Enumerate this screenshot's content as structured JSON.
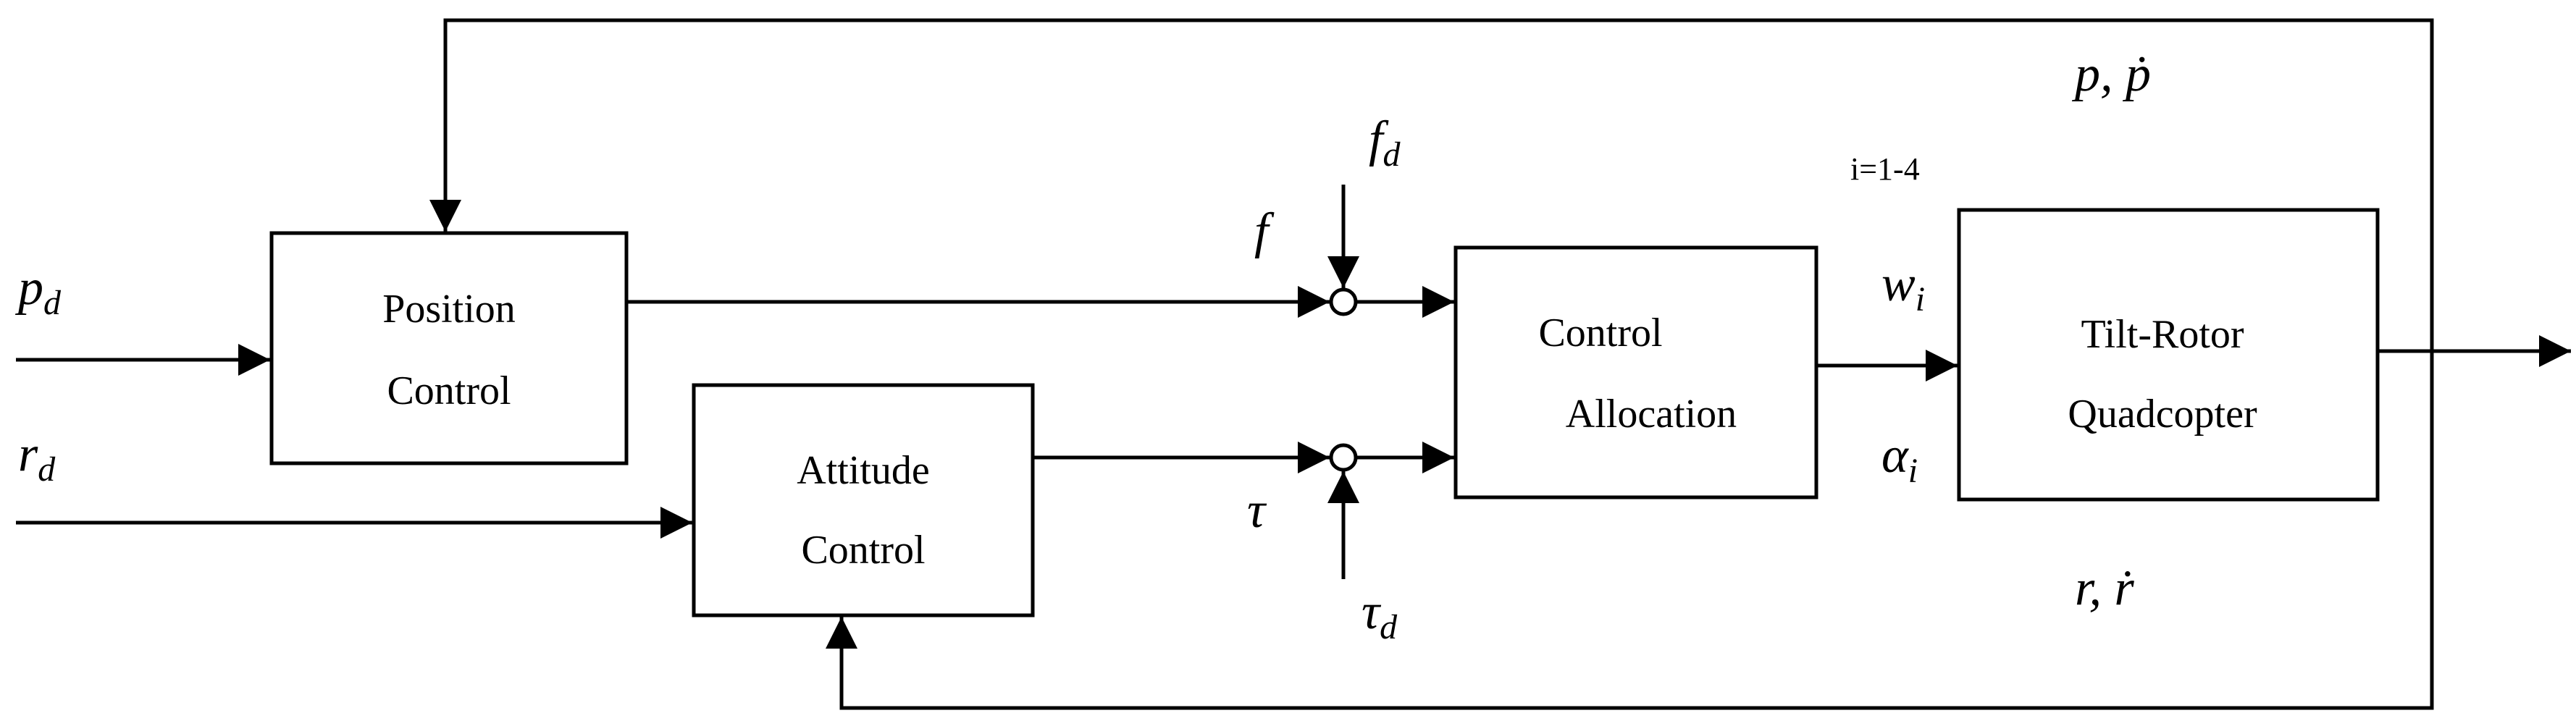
{
  "blocks": {
    "position_control": {
      "line1": "Position",
      "line2": "Control"
    },
    "attitude_control": {
      "line1": "Attitude",
      "line2": "Control"
    },
    "control_allocation": {
      "line1": "Control",
      "line2": "Allocation"
    },
    "quadcopter": {
      "line1": "Tilt-Rotor",
      "line2": "Quadcopter"
    }
  },
  "signals": {
    "p_d": {
      "base": "p",
      "sub": "d"
    },
    "r_d": {
      "base": "r",
      "sub": "d"
    },
    "f": {
      "base": "f"
    },
    "f_d": {
      "base": "f",
      "sub": "d"
    },
    "tau": {
      "base": "τ"
    },
    "tau_d": {
      "base": "τ",
      "sub": "d"
    },
    "w_i": {
      "base": "w",
      "sub": "i"
    },
    "alpha_i": {
      "base": "α",
      "sub": "i"
    },
    "p_pdot": {
      "text": "p, ṗ"
    },
    "r_rdot": {
      "text": "r, ṙ"
    },
    "index_range": {
      "text": "i=1-4"
    }
  }
}
